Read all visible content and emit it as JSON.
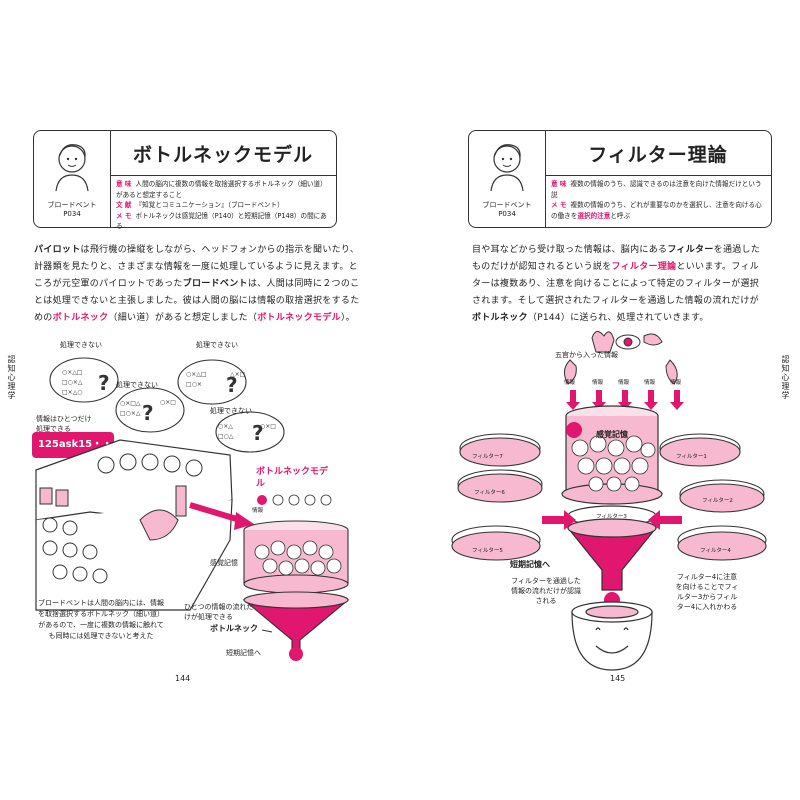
{
  "left": {
    "header": {
      "title": "ボトルネックモデル",
      "person": "ブロードベント",
      "person_page": "P034",
      "meaning_key": "意 味",
      "meaning": "人間の脳内に複数の情報を取捨選択するボトルネック（細い道）があると想定すること",
      "ref_key": "文 献",
      "ref": "『知覚とコミュニケーション』（ブロードベント）",
      "memo_key": "メ モ",
      "memo": "ボトルネックは感覚記憶（P140）と短期記憶（P148）の間にある"
    },
    "body": {
      "t1": "パイロット",
      "t2": "は飛行機の操縦をしながら、ヘッドフォンからの指示を聞いたり、計器類を見たりと、さまざまな情報を一度に処理しているように見えます。ところが元空軍のパイロットであった",
      "t3": "ブロードベント",
      "t4": "は、人間は同時に２つのことは処理できないと主張しました。彼は人間の脳には情報の取捨選択をするための",
      "t5": "ボトルネック",
      "t6": "（細い道）があると想定しました（",
      "t7": "ボトルネックモデル",
      "t8": "）。"
    },
    "figure": {
      "cannot_process": "処理できない",
      "only_one": "情報はひとつだけ処理できる",
      "speech": "125ask15・・・",
      "model_label": "ボトルネックモデル",
      "info": "情報",
      "sensory": "感覚記憶",
      "flow_note": "ひとつの情報の流れだけが処理できる",
      "bottleneck": "ボトルネック",
      "short_term": "短期記憶へ",
      "caption": "ブロードベントは人間の脳内には、情報を取捨選択するボトルネック（細い道）があるので、一度に複数の情報に触れても同時には処理できないと考えた"
    },
    "side_label": "認知心理学",
    "page_no": "144"
  },
  "right": {
    "header": {
      "title": "フィルター理論",
      "person": "ブロードベント",
      "person_page": "P034",
      "meaning_key": "意 味",
      "meaning": "複数の情報のうち、認識できるのは注意を向けた情報だけという説",
      "memo_key": "メ モ",
      "memo": "複数の情報のうち、どれが重要なのかを選択し、注意を向ける心の働きを",
      "memo_pk": "選択的注意",
      "memo_end": "と呼ぶ"
    },
    "body": {
      "t1": "目や耳などから受け取った情報は、脳内にある",
      "t2": "フィルター",
      "t3": "を通過したものだけが認知されるという説を",
      "t4": "フィルター理論",
      "t5": "といいます。フィルターは複数あり、注意を向けることによって特定のフィルターが選択されます。そして選択されたフィルターを通過した情報の流れだけが",
      "t6": "ボトルネック",
      "t7": "（P144）に送られ、処理されていきます。"
    },
    "figure": {
      "five_senses": "五官から入った情報",
      "info": "情報",
      "sensory": "感覚記憶",
      "filters": [
        "フィルター1",
        "フィルター2",
        "フィルター3",
        "フィルター4",
        "フィルター5",
        "フィルター6",
        "フィルター7"
      ],
      "short_term": "短期記憶へ",
      "pass_note": "フィルターを通過した情報の流れだけが認識される",
      "switch_note": "フィルター4に注意を向けることでフィルター3からフィルター4に入れかわる"
    },
    "side_label": "認知心理学",
    "page_no": "145"
  },
  "colors": {
    "accent": "#e0166f",
    "pink_fill": "#f6b9cf",
    "pale": "#fbe0ea"
  }
}
